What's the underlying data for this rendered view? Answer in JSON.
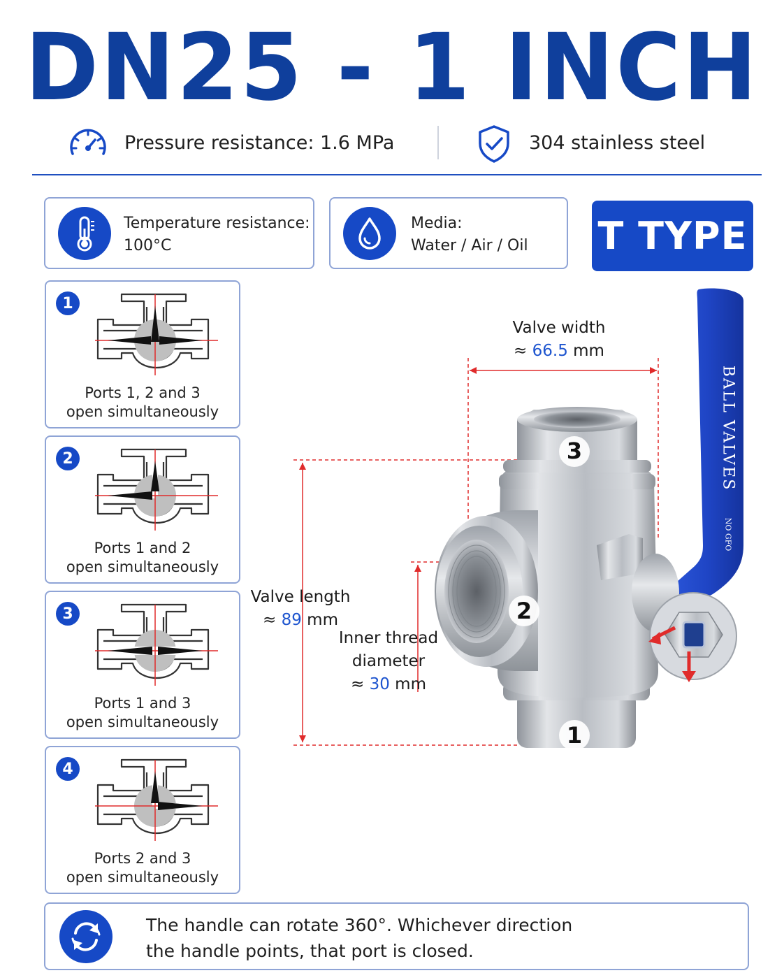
{
  "header": {
    "title": "DN25 - 1 INCH",
    "pressure": "Pressure resistance: 1.6 MPa",
    "material": "304 stainless steel"
  },
  "info": {
    "temperature": {
      "label": "Temperature resistance:",
      "value": "100°C"
    },
    "media": {
      "label": "Media:",
      "value": "Water / Air / Oil"
    },
    "type_badge": "T TYPE"
  },
  "modes": [
    {
      "number": "1",
      "line1": "Ports 1, 2 and 3",
      "line2": "open simultaneously"
    },
    {
      "number": "2",
      "line1": "Ports 1 and 2",
      "line2": "open simultaneously"
    },
    {
      "number": "3",
      "line1": "Ports 1 and 3",
      "line2": "open simultaneously"
    },
    {
      "number": "4",
      "line1": "Ports 2 and 3",
      "line2": "open simultaneously"
    }
  ],
  "dimensions": {
    "width": {
      "label": "Valve width",
      "prefix": "≈ ",
      "value": "66.5",
      "unit": " mm"
    },
    "length": {
      "label": "Valve length",
      "prefix": "≈ ",
      "value": "89",
      "unit": " mm"
    },
    "thread": {
      "label1": "Inner thread",
      "label2": "diameter",
      "prefix": "≈ ",
      "value": "30",
      "unit": " mm"
    }
  },
  "valve": {
    "port_top": "3",
    "port_side": "2",
    "port_bottom": "1",
    "handle_text": "BALL VALVES",
    "handle_small": "NO GFO"
  },
  "footer": {
    "line1": "The handle can rotate 360°. Whichever direction",
    "line2": "the handle points, that port is closed."
  },
  "colors": {
    "brand_blue": "#1649c6",
    "title_blue": "#0f3f9c",
    "accent_red": "#e02b2b",
    "steel": "#c9ccd1"
  }
}
